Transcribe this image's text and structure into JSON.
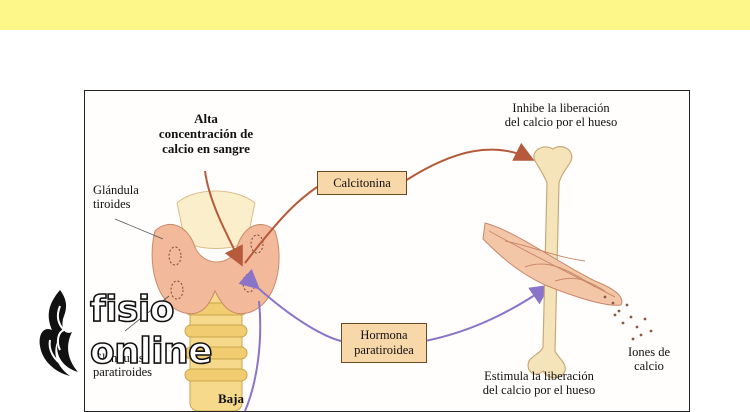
{
  "diagram": {
    "high_calcium_label": [
      "Alta",
      "concentración de",
      "calcio en sangre"
    ],
    "thyroid_label": [
      "Glándula",
      "tiroides"
    ],
    "parathyroid_label": [
      "Glándulas",
      "paratiroides"
    ],
    "low_calcium_label": "Baja",
    "calcitonin_box": "Calcitonina",
    "pth_box": [
      "Hormona",
      "paratiroidea"
    ],
    "inhibit_label": [
      "Inhibe la liberación",
      "del calcio por el hueso"
    ],
    "stimulate_label": [
      "Estimula la liberación",
      "del calcio por el hueso"
    ],
    "ions_label": [
      "Iones de",
      "calcio"
    ],
    "colors": {
      "calcitonin_arrow": "#b65a3c",
      "pth_arrow": "#8a74c9",
      "thyroid": "#f2b99a",
      "bone": "#f5e3b9",
      "box_fill": "#f8d7a8"
    }
  },
  "logo": {
    "line1": "fisio",
    "line2": "online",
    "flame_icon": "flame-wave-icon"
  }
}
